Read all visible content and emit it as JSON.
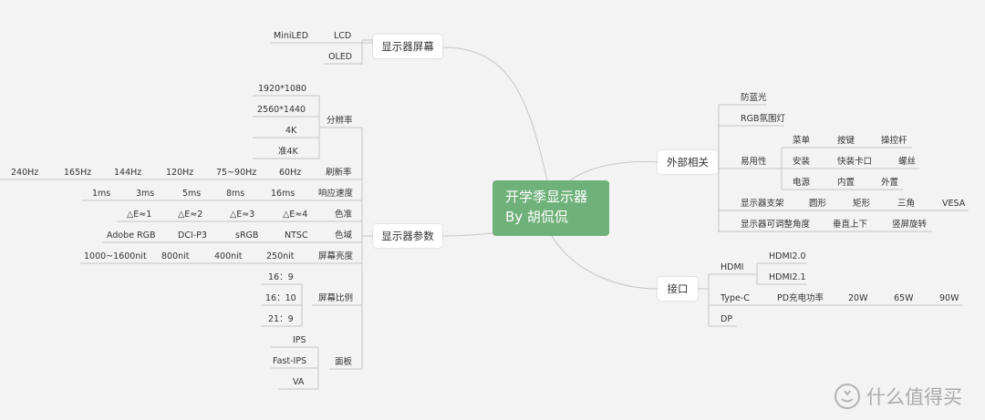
{
  "root": {
    "line1": "开学季显示器",
    "line2": "By 胡侃侃"
  },
  "screen": {
    "title": "显示器屏幕",
    "lcd": "LCD",
    "miniled": "MiniLED",
    "oled": "OLED"
  },
  "params": {
    "title": "显示器参数",
    "resolution": {
      "label": "分辨率",
      "items": [
        "1920*1080",
        "2560*1440",
        "4K",
        "准4K"
      ]
    },
    "refresh": {
      "label": "刷新率",
      "items": [
        "240Hz",
        "165Hz",
        "144Hz",
        "120Hz",
        "75~90Hz",
        "60Hz"
      ]
    },
    "response": {
      "label": "响应速度",
      "items": [
        "1ms",
        "3ms",
        "5ms",
        "8ms",
        "16ms"
      ]
    },
    "accuracy": {
      "label": "色准",
      "items": [
        "△E≈1",
        "△E≈2",
        "△E≈3",
        "△E≈4"
      ]
    },
    "gamut": {
      "label": "色域",
      "items": [
        "Adobe RGB",
        "DCI-P3",
        "sRGB",
        "NTSC"
      ]
    },
    "brightness": {
      "label": "屏幕亮度",
      "items": [
        "1000~1600nit",
        "800nit",
        "400nit",
        "250nit"
      ]
    },
    "ratio": {
      "label": "屏幕比例",
      "items": [
        "16：9",
        "16：10",
        "21：9"
      ]
    },
    "panel": {
      "label": "面板",
      "items": [
        "IPS",
        "Fast-IPS",
        "VA"
      ]
    }
  },
  "external": {
    "title": "外部相关",
    "antiblue": "防蓝光",
    "rgb": "RGB氛围灯",
    "usability": {
      "label": "易用性",
      "rows": [
        [
          "菜单",
          "按键",
          "操控杆"
        ],
        [
          "安装",
          "快装卡口",
          "螺丝"
        ],
        [
          "电源",
          "内置",
          "外置"
        ]
      ]
    },
    "stand": {
      "label": "显示器支架",
      "items": [
        "圆形",
        "矩形",
        "三角",
        "VESA"
      ]
    },
    "angle": {
      "label": "显示器可调整角度",
      "items": [
        "垂直上下",
        "竖屏旋转"
      ]
    }
  },
  "ports": {
    "title": "接口",
    "hdmi": "HDMI",
    "hdmi20": "HDMI2.0",
    "hdmi21": "HDMI2.1",
    "typec": "Type-C",
    "pd": "PD充电功率",
    "watts": [
      "20W",
      "65W",
      "90W"
    ],
    "dp": "DP"
  },
  "watermark": "什么值得买"
}
